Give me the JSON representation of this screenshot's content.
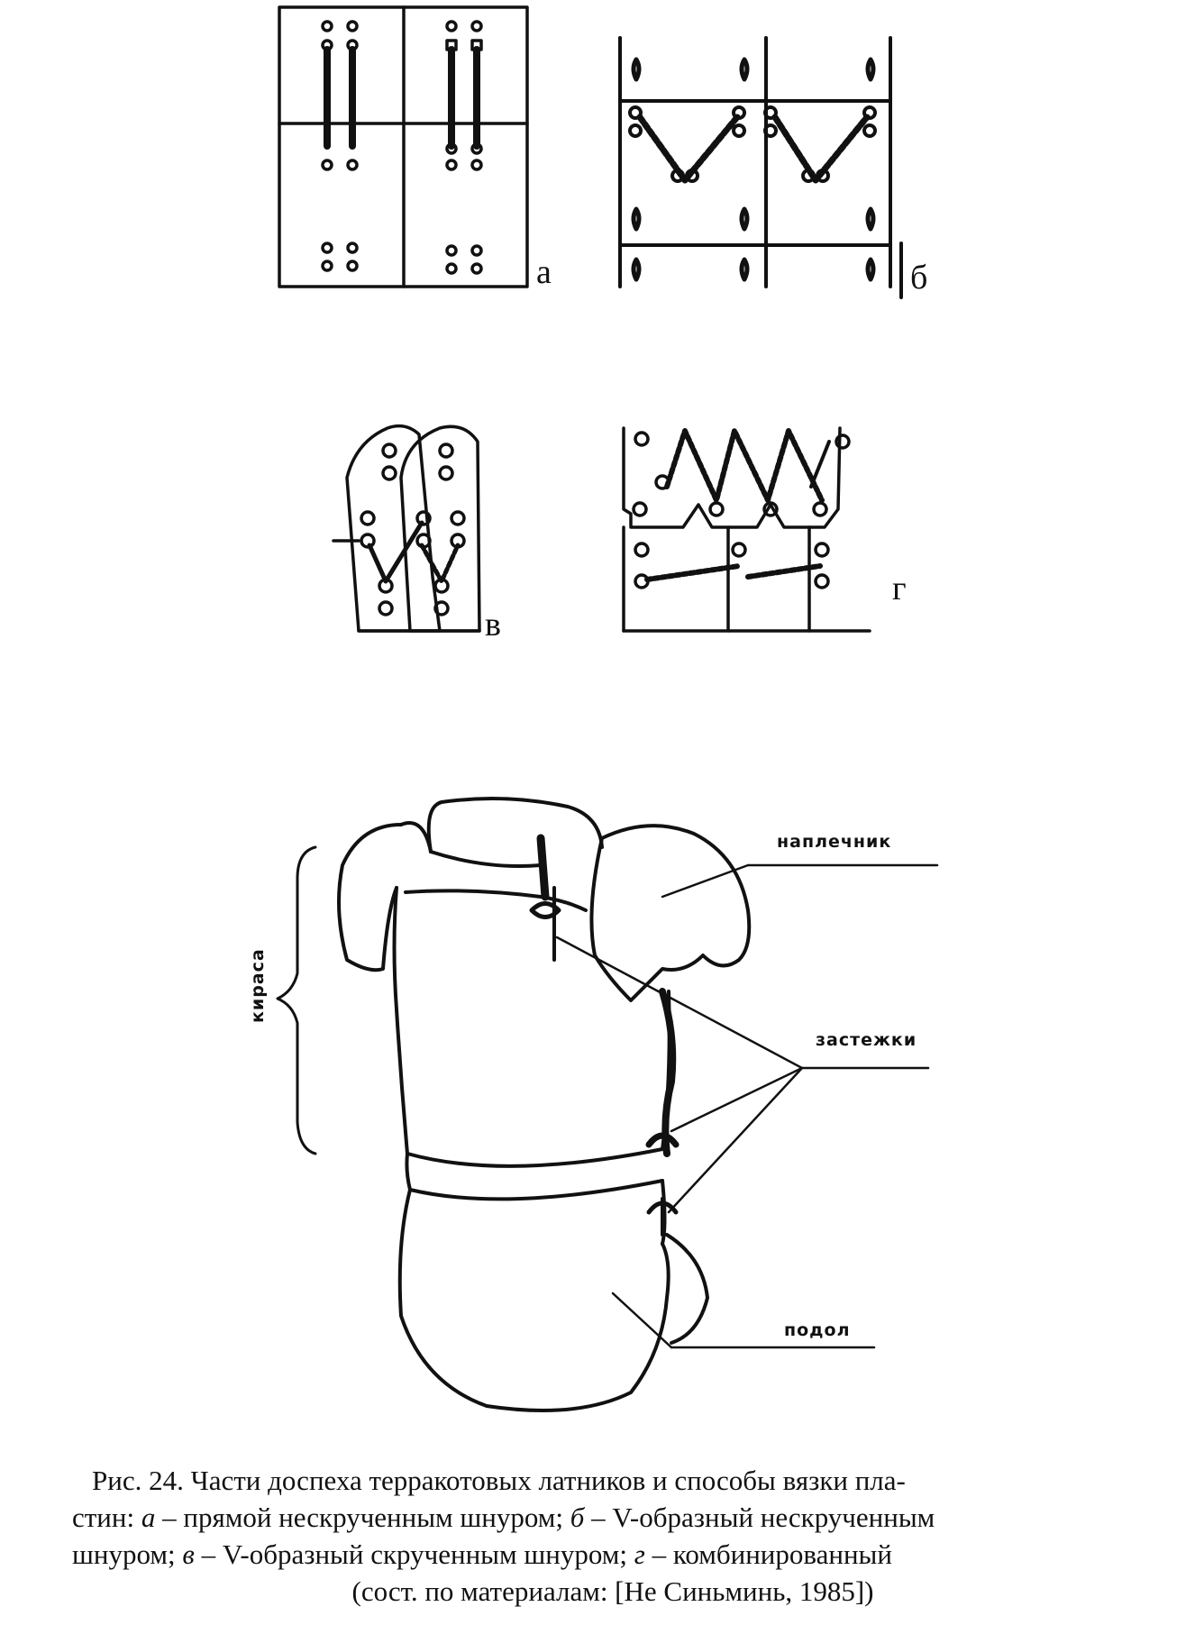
{
  "panels": {
    "a": "а",
    "b": "б",
    "v": "в",
    "g": "г"
  },
  "armor_labels": {
    "shoulder": "наплечник",
    "cuirass": "кираса",
    "fasteners": "застежки",
    "skirt": "подол"
  },
  "caption": {
    "line1": "Рис. 24. Части доспеха терракотовых латников и способы вязки пла-",
    "line2_a": "стин: ",
    "line2_b_letter": "а",
    "line2_c": " – прямой нескрученным шнуром; ",
    "line2_d_letter": "б",
    "line2_e": " – V-образный нескрученным",
    "line3_a": "шнуром; ",
    "line3_b_letter": "в",
    "line3_c": " – V-образный скрученным шнуром; ",
    "line3_d_letter": "г",
    "line3_e": " – комбинированный",
    "line4": "(сост. по материалам: [Не Синьминь, 1985])"
  }
}
